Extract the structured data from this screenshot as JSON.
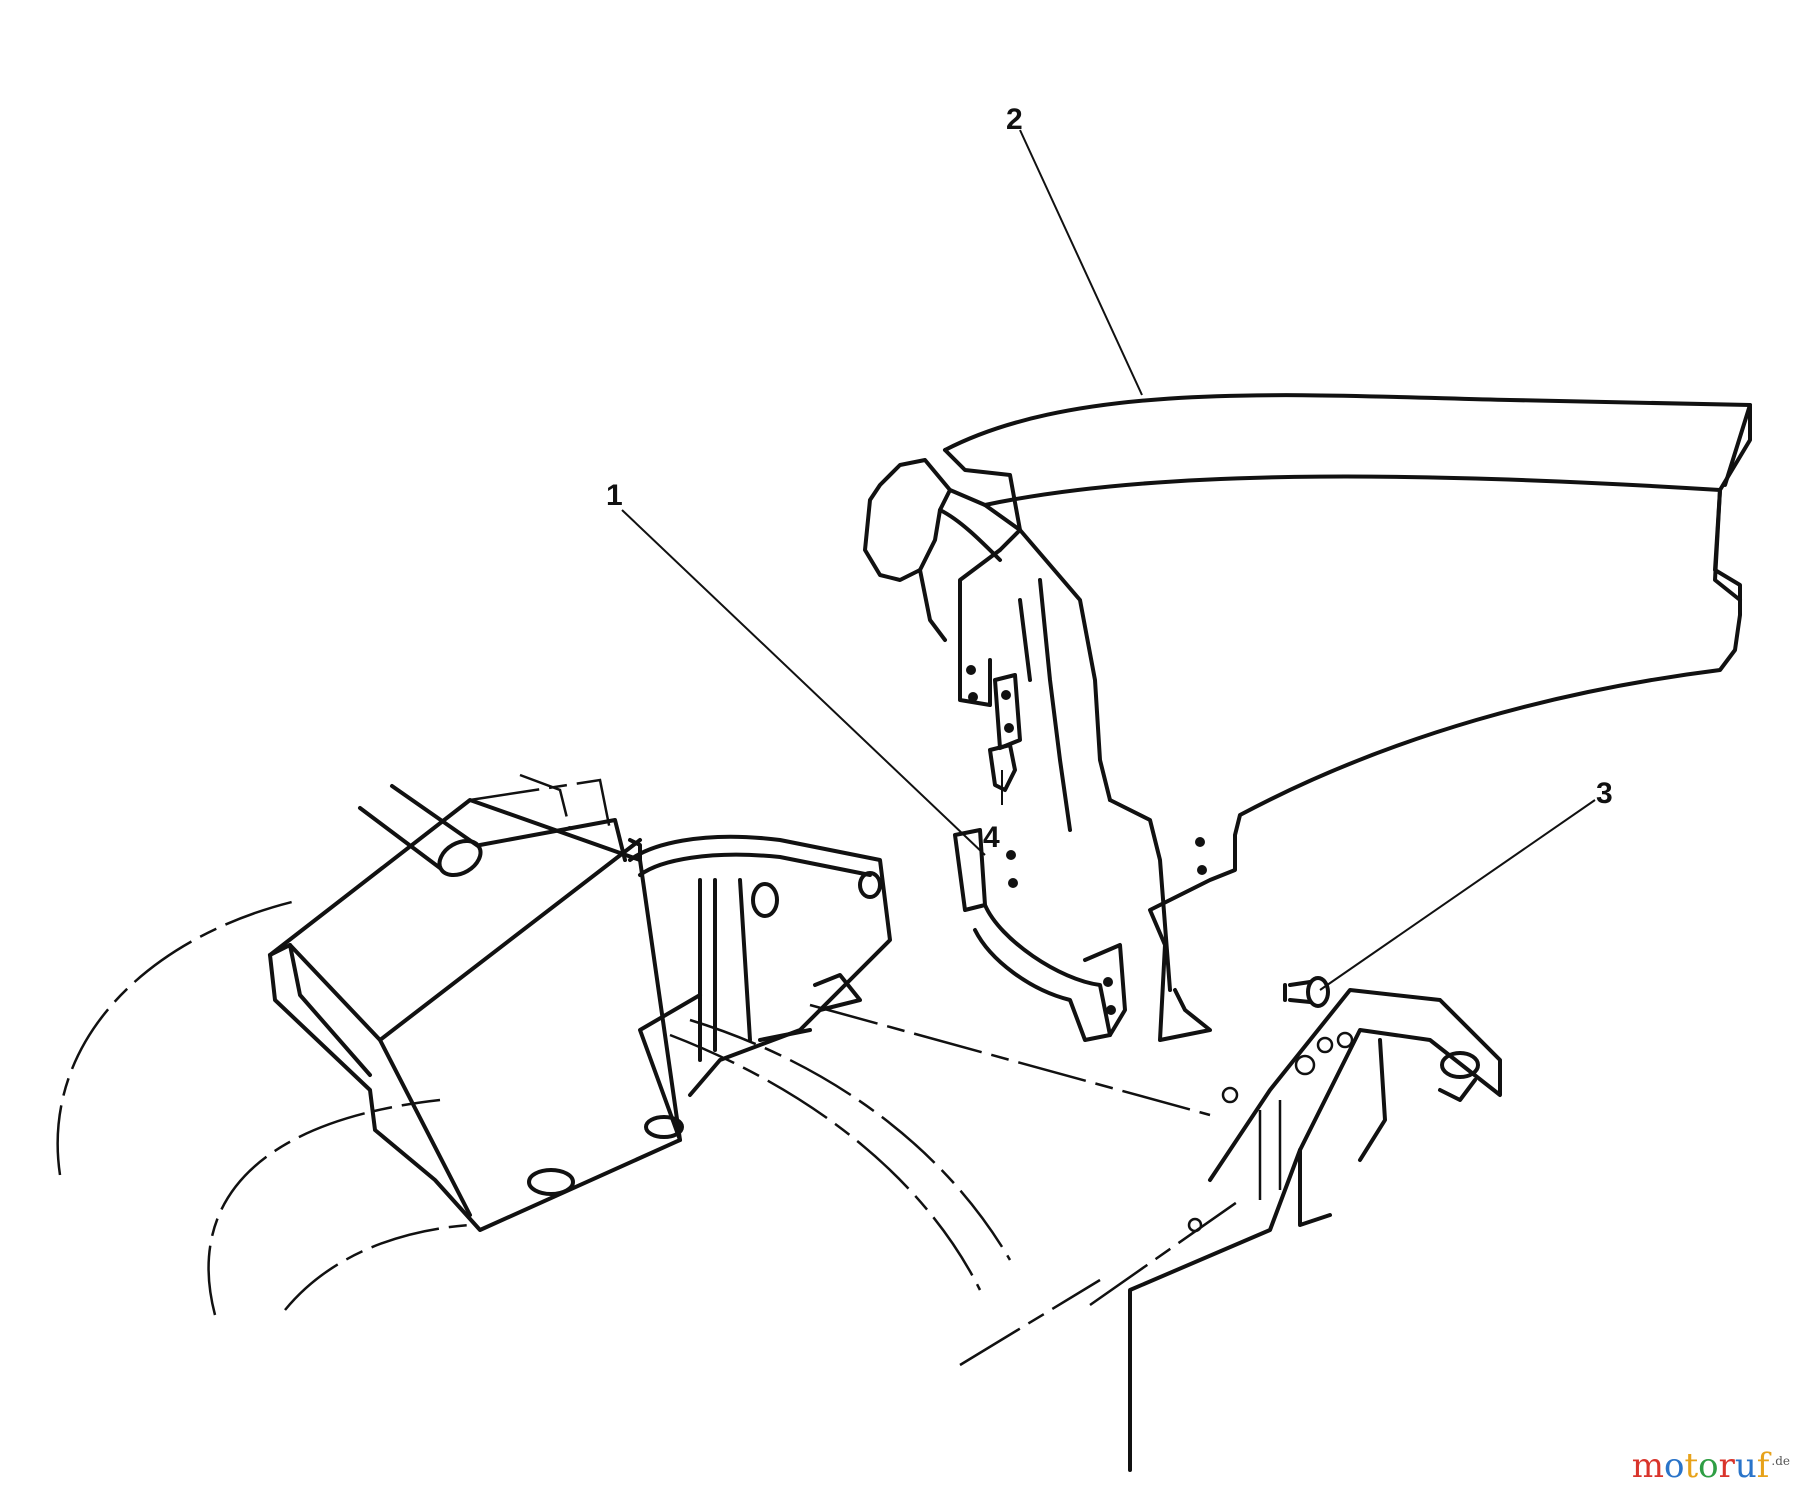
{
  "callouts": [
    {
      "id": "1",
      "label": "1"
    },
    {
      "id": "2",
      "label": "2"
    },
    {
      "id": "3",
      "label": "3"
    },
    {
      "id": "4",
      "label": "4"
    }
  ],
  "watermark": {
    "letters": [
      "m",
      "o",
      "t",
      "o",
      "r",
      "u",
      "f"
    ],
    "colors": [
      "#d9342b",
      "#2a74c9",
      "#e7a21a",
      "#2f9e44",
      "#d9342b",
      "#2a74c9",
      "#e7a21a"
    ],
    "suffix": ".de"
  }
}
